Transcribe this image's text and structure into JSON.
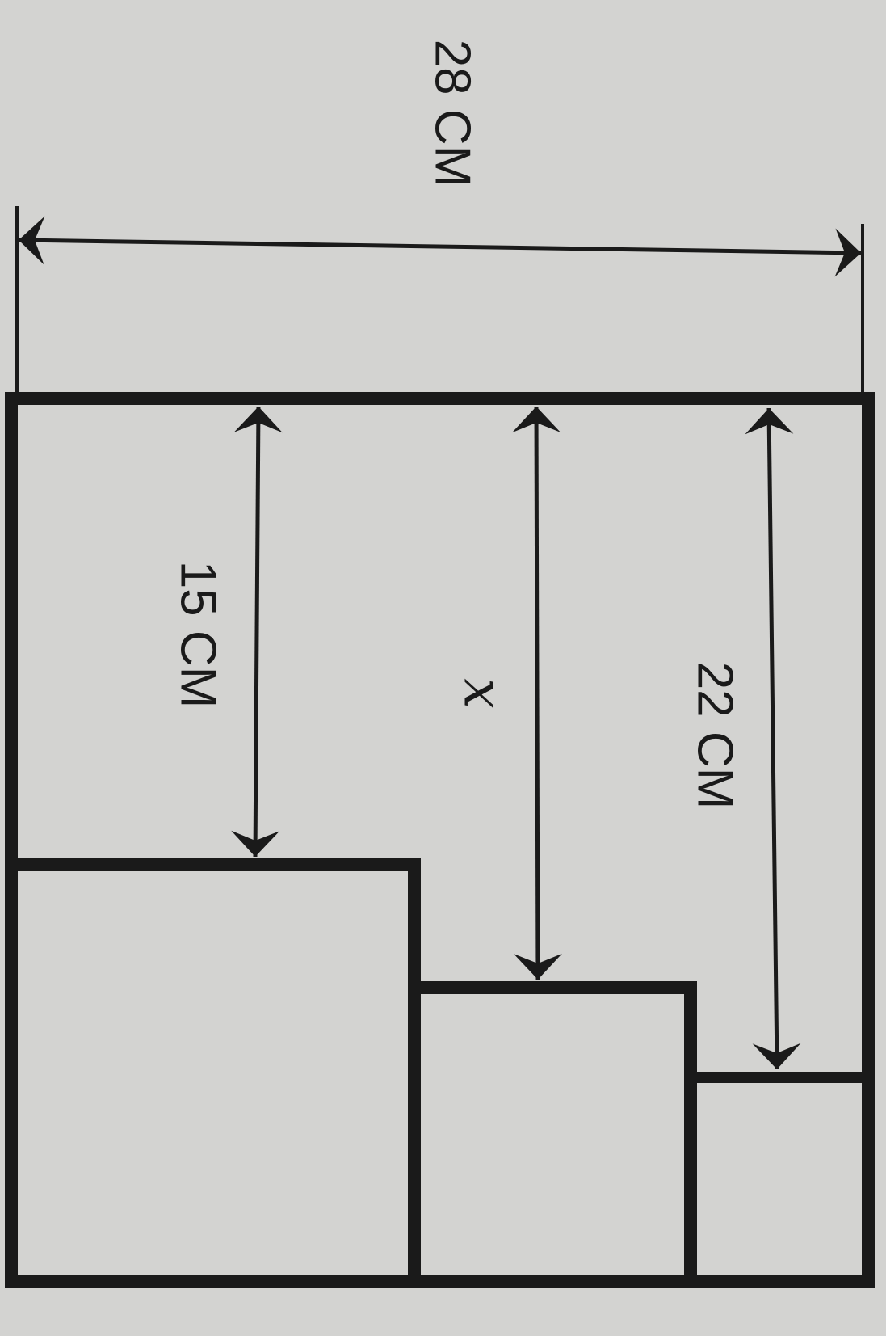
{
  "diagram": {
    "labels": {
      "width_28": "28 CM",
      "height_15": "15 CM",
      "height_x": "x",
      "height_22": "22 CM"
    },
    "colors": {
      "paper": "#d3d3d1",
      "ink": "#1a1a1a"
    }
  }
}
